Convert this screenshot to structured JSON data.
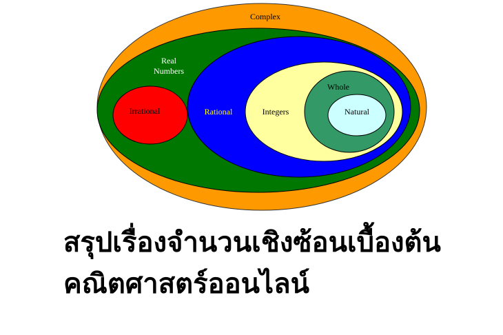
{
  "diagram": {
    "title": "Number sets Venn diagram",
    "sets": {
      "complex": {
        "label": "Complex",
        "fill": "#FF9900",
        "text_color": "#000000"
      },
      "real": {
        "label_line1": "Real",
        "label_line2": "Numbers",
        "fill": "#007700",
        "text_color": "#FFFFFF"
      },
      "irrational": {
        "label": "Irrational",
        "fill": "#FF0000",
        "text_color": "#000000"
      },
      "rational": {
        "label": "Rational",
        "fill": "#0000FF",
        "text_color": "#FFFF00"
      },
      "integers": {
        "label": "Integers",
        "fill": "#FFFFA0",
        "text_color": "#000000"
      },
      "whole": {
        "label": "Whole",
        "fill": "#339966",
        "text_color": "#000000"
      },
      "natural": {
        "label": "Natural",
        "fill": "#CCFFFF",
        "text_color": "#000000"
      }
    }
  },
  "headline": {
    "line1": "สรุปเรื่องจำนวนเชิงซ้อนเบื้องต้น",
    "line2": "คณิตศาสตร์ออนไลน์"
  }
}
